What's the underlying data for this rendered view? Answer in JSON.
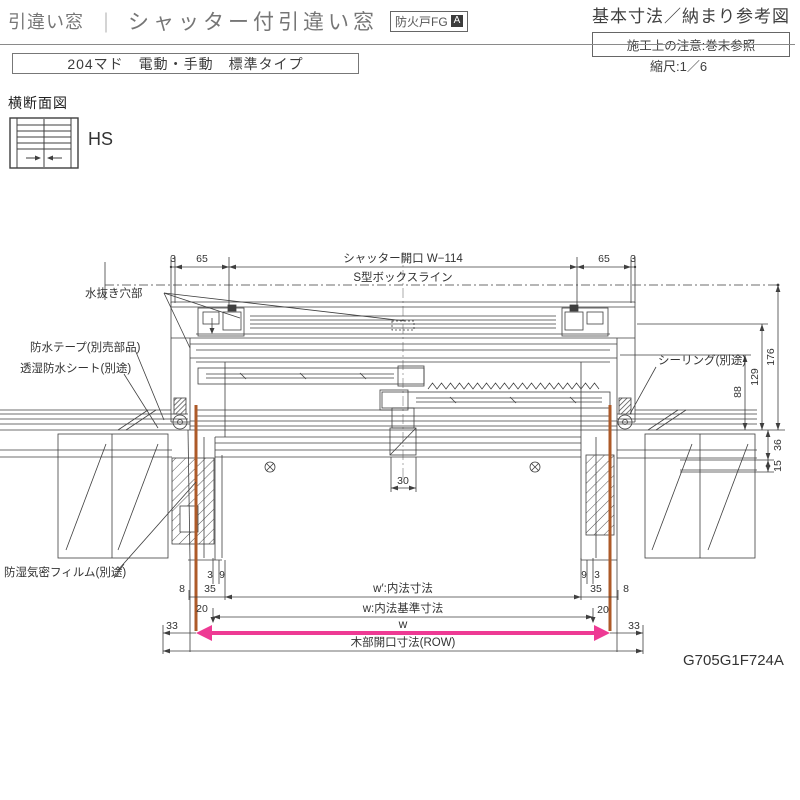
{
  "header": {
    "category": "引違い窓",
    "separator": "｜",
    "title": "シャッター付引違い窓",
    "fire_badge_text": "防火戸FG",
    "fire_badge_mark": "A",
    "spec_title": "基本寸法／納まり参考図",
    "note": "施工上の注意:巻末参照",
    "product_box": "204マド　電動・手動　標準タイプ",
    "scale": "縮尺:1／6"
  },
  "section": {
    "view_label": "横断面図",
    "view_code": "HS"
  },
  "drawing": {
    "code": "G705G1F724A",
    "labels": {
      "shutter_opening": "シャッター開口 W−114",
      "s_box_line": "S型ボックスライン",
      "drain_holes": "水抜き穴部",
      "waterproof_tape": "防水テープ(別売部品)",
      "breathable_sheet": "透湿防水シート(別途)",
      "sealing": "シーリング(別途)",
      "airtight_film": "防湿気密フィルム(別途)",
      "w_prime": "w′:内法寸法",
      "w_std": "w:内法基準寸法",
      "w": "w",
      "wood_opening": "木部開口寸法(ROW)"
    },
    "dimensions": {
      "top": {
        "l3": "3",
        "l65": "65",
        "r65": "65",
        "r3": "3"
      },
      "right": {
        "d176": "176",
        "d129": "129",
        "d88": "88",
        "d36": "36",
        "d15": "15"
      },
      "center": {
        "d30": "30"
      },
      "bottom": {
        "l3": "3",
        "l9": "9",
        "r9": "9",
        "r3": "3",
        "l8": "8",
        "l35": "35",
        "r35": "35",
        "r8": "8",
        "l20": "20",
        "r20": "20",
        "l33": "33",
        "r33": "33"
      }
    },
    "colors": {
      "line": "#3f3f3f",
      "accent_magenta": "#ee3a94",
      "film_orange": "#ad5a28"
    }
  }
}
